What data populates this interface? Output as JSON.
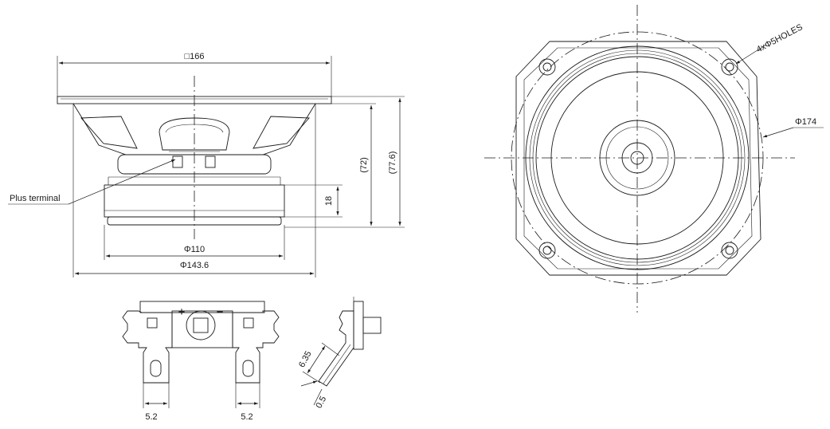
{
  "side_view": {
    "width_label": "□166",
    "height_72": "(72)",
    "height_77": "(77.6)",
    "magnet_height": "18",
    "dia_110": "Φ110",
    "dia_143": "Φ143.6",
    "plus_terminal": "Plus terminal"
  },
  "front_view": {
    "holes_label": "4xΦ5HOLES",
    "dia_174": "Φ174"
  },
  "terminal_view": {
    "width_left": "5.2",
    "width_right": "5.2",
    "plus_sign": "+",
    "minus_sign": "−",
    "tab_length": "6.35",
    "tab_thickness": "0.5"
  }
}
